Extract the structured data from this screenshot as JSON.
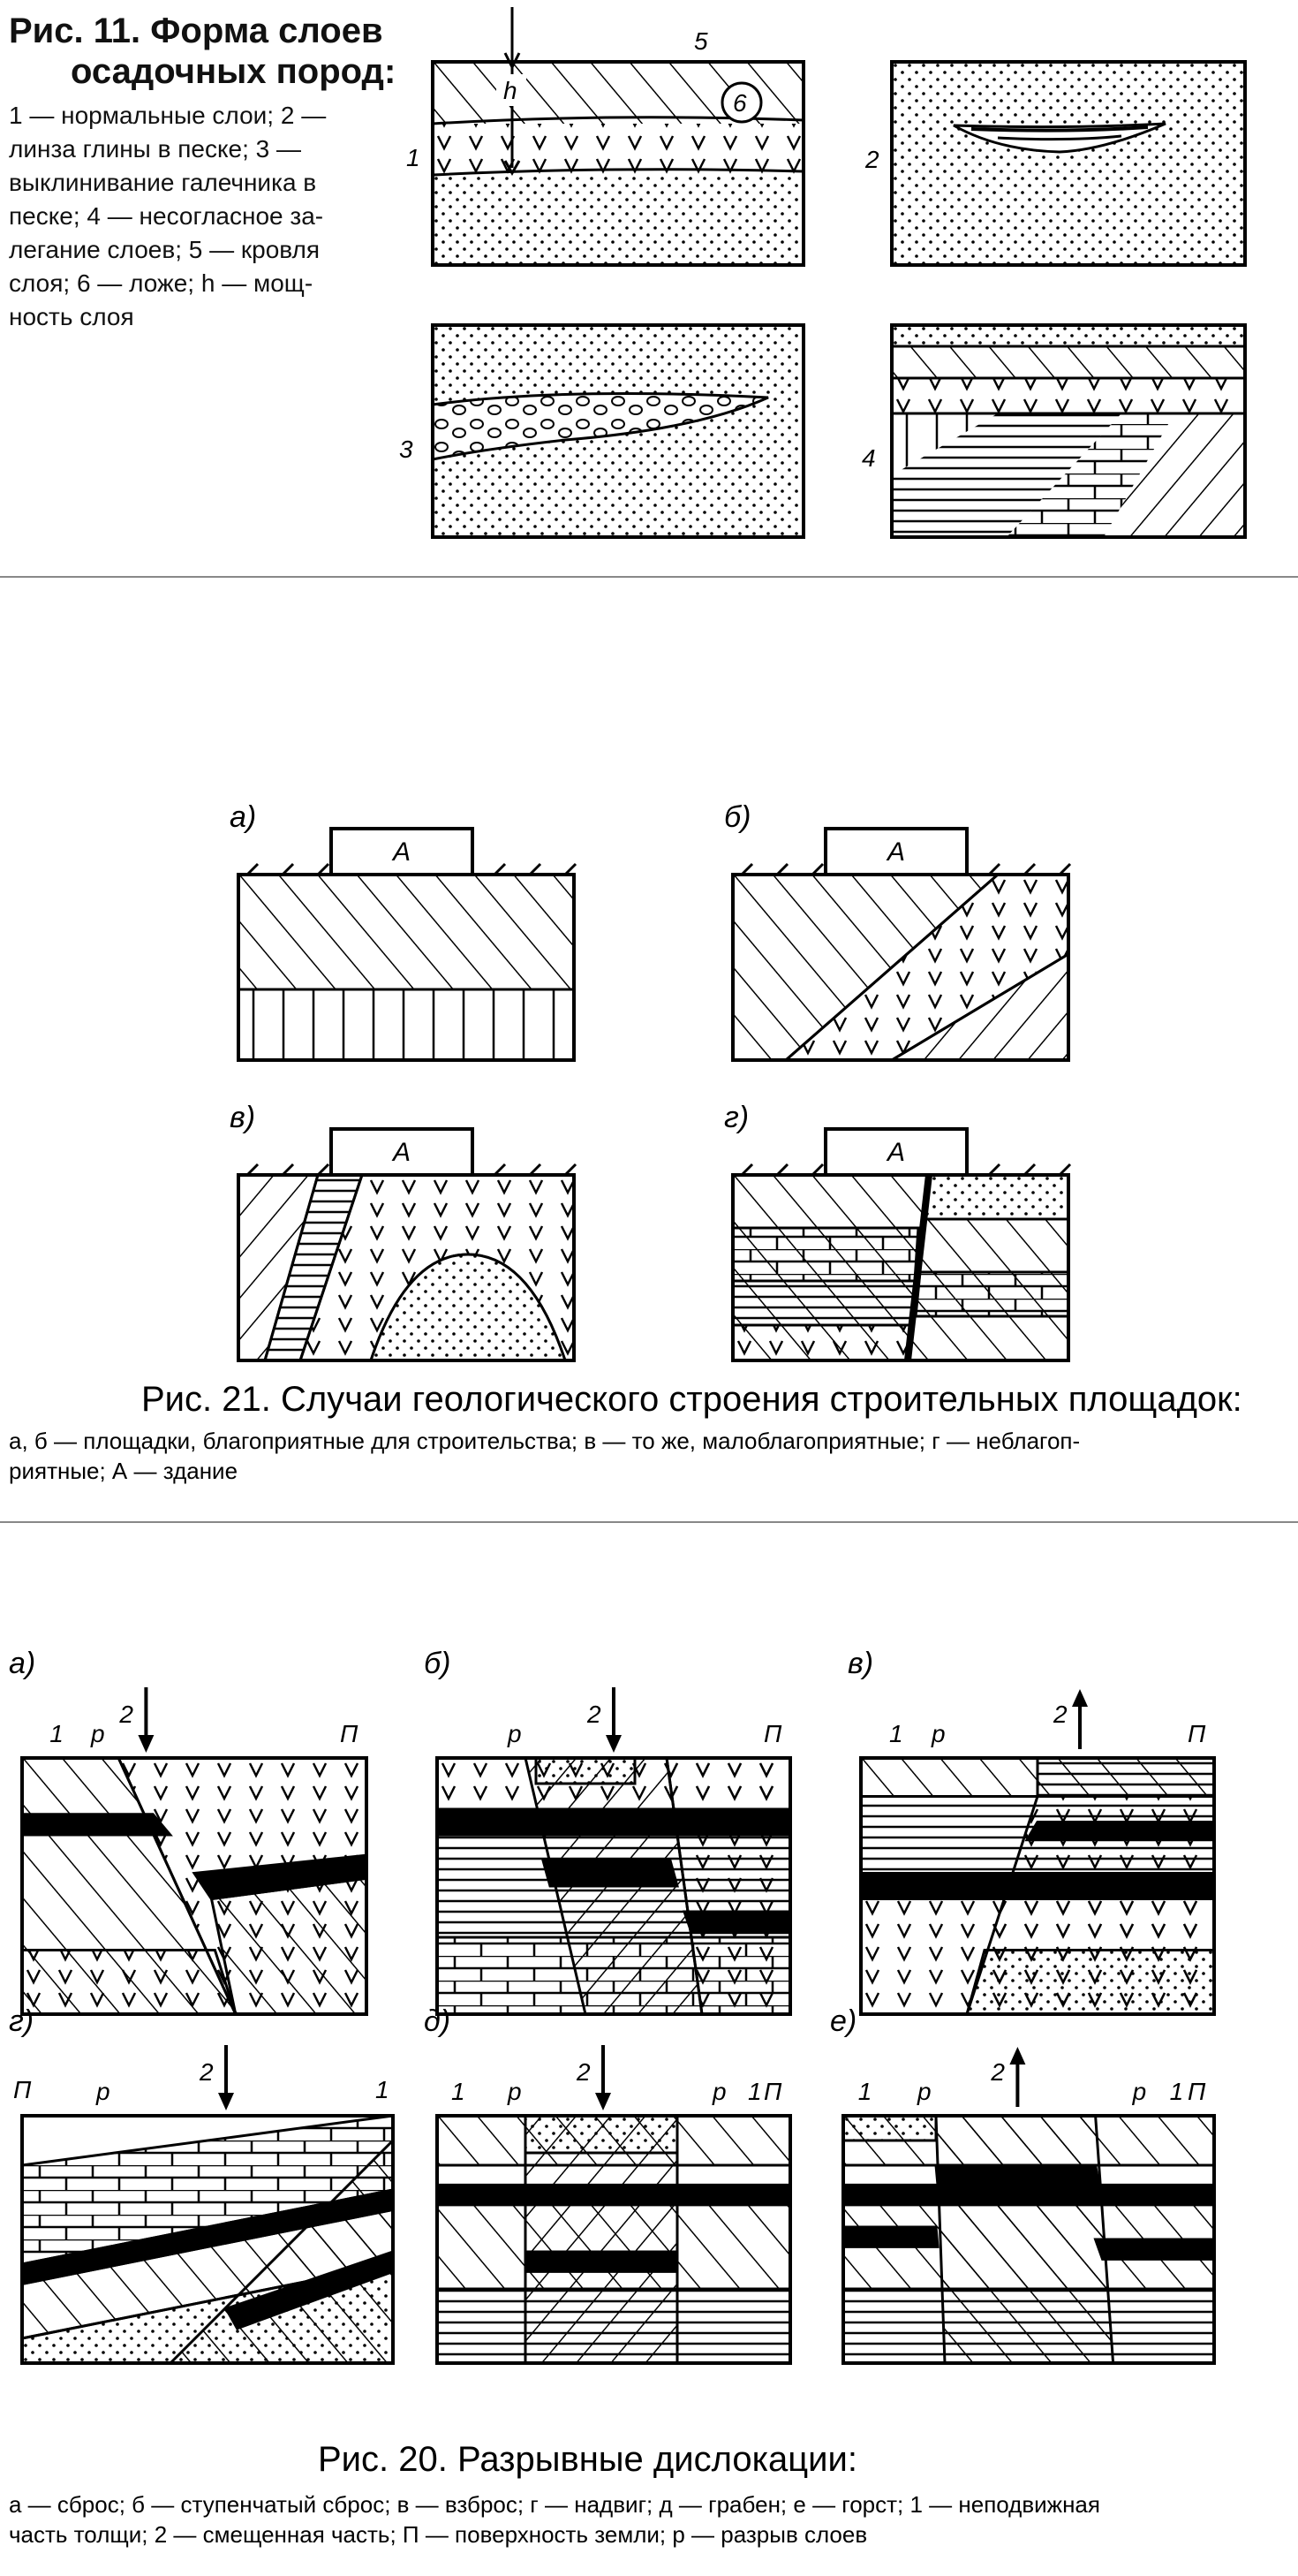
{
  "fig11": {
    "title_l1": "Рис. 11. Форма слоев",
    "title_l2": "осадочных пород:",
    "legend": [
      "1 — нормальные слои; 2 —",
      "линза глины в песке; 3 —",
      "выклинивание галечника в",
      "песке; 4 — несогласное за-",
      "легание слоев; 5 — кровля",
      "слоя; 6 — ложе; h — мощ-",
      "ность слоя"
    ],
    "labels": {
      "n1": "1",
      "n2": "2",
      "n3": "3",
      "n4": "4",
      "n5": "5",
      "n6": "6",
      "h": "h"
    }
  },
  "fig21": {
    "panels": [
      "а)",
      "б)",
      "в)",
      "г)"
    ],
    "building": "А",
    "caption": "Рис. 21. Случаи геологического строения строительных площадок:",
    "legend": [
      "а, б — площадки, благоприятные для строительства; в — то же, малоблагоприятные; г — неблагоп-",
      "риятные; А — здание"
    ]
  },
  "fig20": {
    "panels": [
      "а)",
      "б)",
      "в)",
      "г)",
      "д)",
      "е)"
    ],
    "marks": {
      "p": "р",
      "P": "П",
      "one": "1",
      "two": "2"
    },
    "caption": "Рис. 20. Разрывные дислокации:",
    "legend": [
      "а — сброс; б — ступенчатый сброс; в — взброс; г — надвиг; д — грабен; е — горст; 1 — неподвижная",
      "часть толщи; 2 — смещенная часть; П — поверхность земли; р — разрыв слоев"
    ]
  }
}
